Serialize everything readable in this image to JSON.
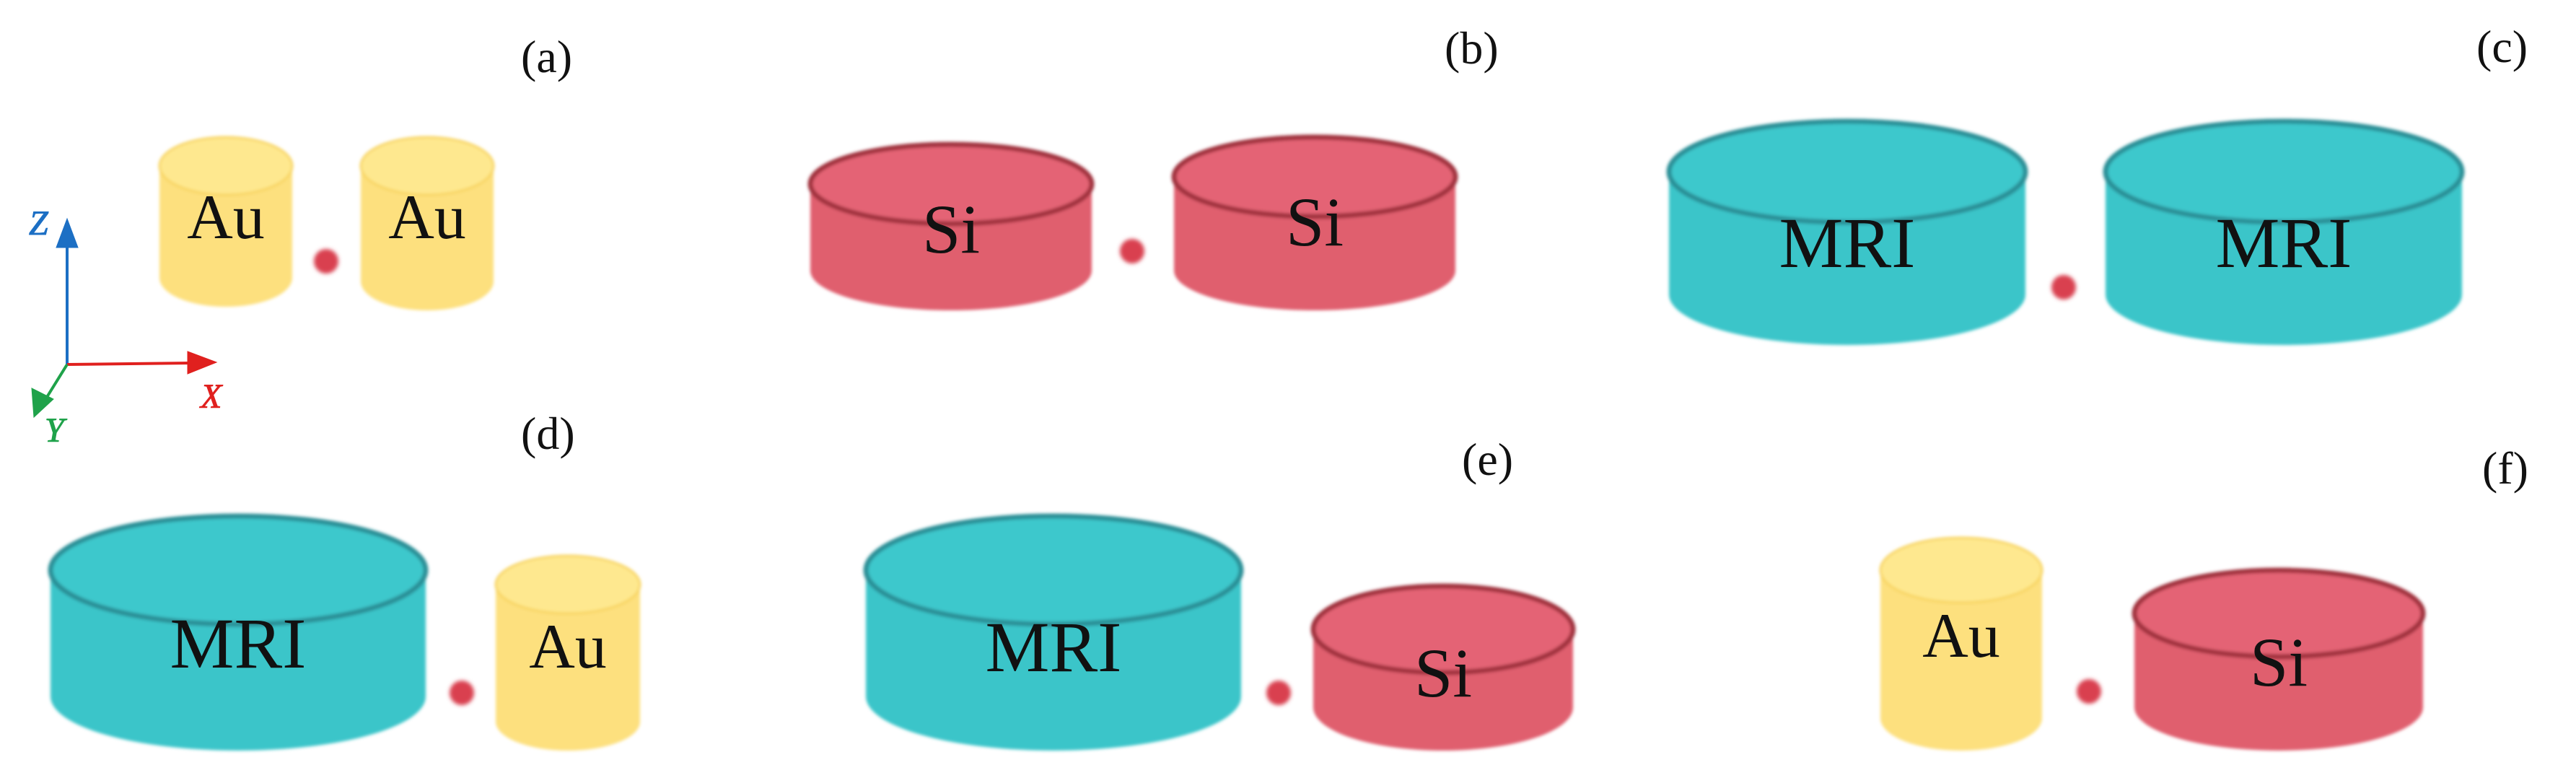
{
  "panels": [
    {
      "id": "a",
      "label": "(a)",
      "left": "Au",
      "right": "Au"
    },
    {
      "id": "b",
      "label": "(b)",
      "left": "Si",
      "right": "Si"
    },
    {
      "id": "c",
      "label": "(c)",
      "left": "MRI",
      "right": "MRI"
    },
    {
      "id": "d",
      "label": "(d)",
      "left": "MRI",
      "right": "Au"
    },
    {
      "id": "e",
      "label": "(e)",
      "left": "MRI",
      "right": "Si"
    },
    {
      "id": "f",
      "label": "(f)",
      "left": "Au",
      "right": "Si"
    }
  ],
  "axes": {
    "x": "X",
    "y": "Y",
    "z": "Z"
  },
  "colors": {
    "au_fill": "#FDE07E",
    "au_top": "#FEE88F",
    "au_rim": "#F7D35E",
    "si_fill": "#E05E6E",
    "si_top": "#E46475",
    "si_rim": "#A0303E",
    "mri_fill": "#3AC5C9",
    "mri_top": "#3EC8CC",
    "mri_rim": "#2A8F96",
    "dot": "#D9414F",
    "axis_x": "#E0201E",
    "axis_y": "#1FA24A",
    "axis_z": "#1C6FC4"
  }
}
